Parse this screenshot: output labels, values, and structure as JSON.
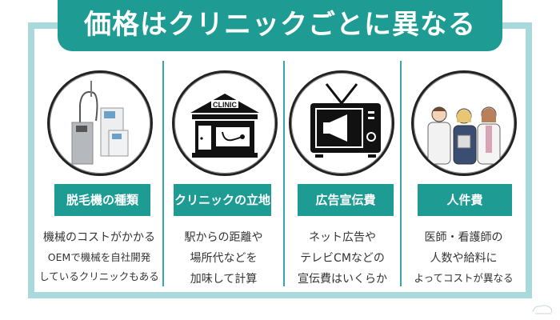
{
  "title": "価格はクリニックごとに異なる",
  "colors": {
    "accent": "#1e9c94",
    "frame": "#a8d9db",
    "divider": "#3aa7a6",
    "text": "#333333"
  },
  "columns": [
    {
      "icon": "laser-machine-icon",
      "label": "脱毛機の種類",
      "lines": [
        "機械のコストがかかる",
        "OEMで機械を自社開発",
        "しているクリニックもある"
      ]
    },
    {
      "icon": "clinic-building-icon",
      "icon_text": "CLINIC",
      "label": "クリニックの立地",
      "lines": [
        "駅からの距離や",
        "場所代などを",
        "加味して計算"
      ]
    },
    {
      "icon": "tv-megaphone-icon",
      "label": "広告宣伝費",
      "lines": [
        "ネット広告や",
        "テレビCMなどの",
        "宣伝費はいくらか"
      ]
    },
    {
      "icon": "medical-staff-icon",
      "label": "人件費",
      "lines": [
        "医師・看護師の",
        "人数や給料に",
        "よってコストが異なる"
      ]
    }
  ]
}
